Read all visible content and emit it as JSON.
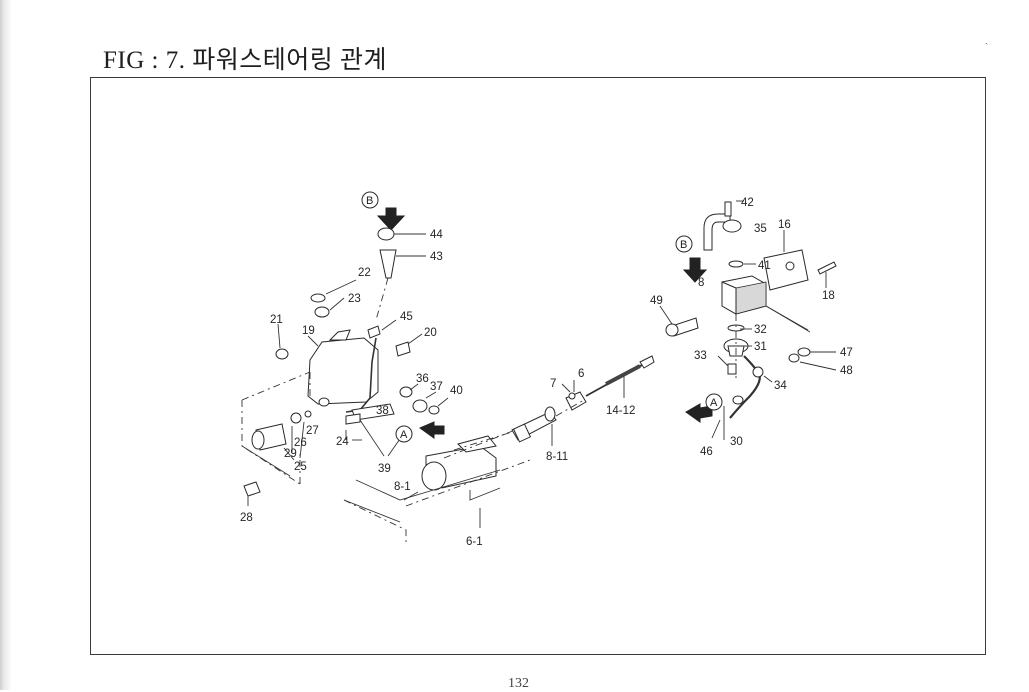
{
  "title": "FIG : 7. 파워스테어링 관계",
  "corner_mark": "ˎ",
  "page_number": "132",
  "callouts": {
    "b_top": "B",
    "b_right": "B",
    "a_left": "A",
    "a_right": "A"
  },
  "labels": {
    "p42": "42",
    "p35": "35",
    "p16": "16",
    "p41": "41",
    "p8": "8",
    "p18": "18",
    "p49": "49",
    "p32": "32",
    "p31": "31",
    "p33": "33",
    "p47": "47",
    "p48": "48",
    "p34": "34",
    "p30": "30",
    "p46": "46",
    "p44": "44",
    "p43": "43",
    "p22": "22",
    "p23": "23",
    "p21": "21",
    "p19": "19",
    "p45": "45",
    "p20": "20",
    "p36": "36",
    "p37": "37",
    "p40": "40",
    "p38": "38",
    "p27": "27",
    "p26": "26",
    "p29": "29",
    "p25": "25",
    "p24": "24",
    "p39": "39",
    "p28": "28",
    "p8_1": "8-1",
    "p6_1": "6-1",
    "p8_11": "8-11",
    "p7": "7",
    "p6": "6",
    "p14_12": "14-12"
  }
}
